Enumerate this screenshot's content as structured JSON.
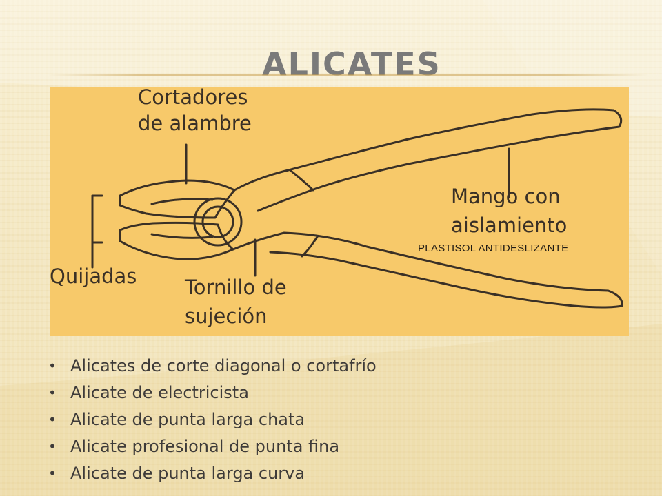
{
  "slide": {
    "title": "ALICATES",
    "figure": {
      "labels": {
        "wire_cutters_line1": "Cortadores",
        "wire_cutters_line2": "de alambre",
        "handle_line1": "Mango con",
        "handle_line2": "aislamiento",
        "jaws": "Quijadas",
        "pivot_line1": "Tornillo de",
        "pivot_line2": "sujeción"
      },
      "overlay_text": "PLASTISOL  ANTIDESLIZANTE"
    },
    "bullets": [
      "Alicates de corte diagonal o cortafrío",
      "Alicate de electricista",
      "Alicate de punta larga chata",
      "Alicate profesional de punta fina",
      "Alicate de punta larga curva"
    ],
    "bullet_glyph": "•"
  },
  "colors": {
    "background": "#f6ecc9",
    "figure_background": "#f7c96a",
    "title": "#7a7a7a",
    "text": "#3e3b39",
    "drawing_stroke": "#3a3026"
  },
  "icons": {
    "bullet": "bullet-dot-icon"
  }
}
